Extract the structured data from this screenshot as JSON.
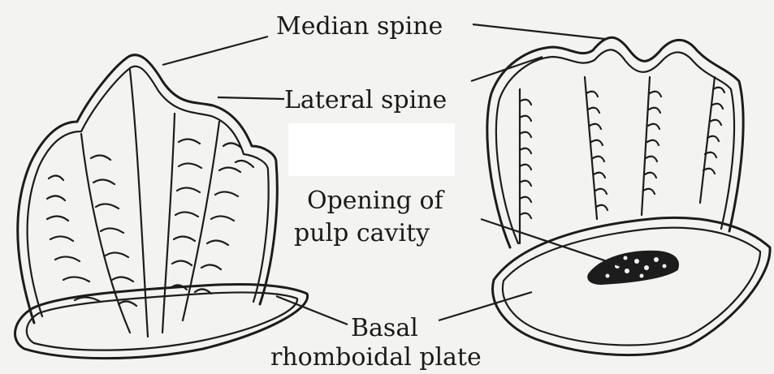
{
  "labels": {
    "median_spine": "Median spine",
    "lateral_spine": "Lateral spine",
    "opening_line1": "Opening of",
    "opening_line2": "pulp cavity",
    "basal_line1": "Basal",
    "basal_line2": "rhomboidal plate"
  },
  "colors": {
    "ink": "#1c1c1c",
    "paper": "#f3f3f1",
    "blank_patch": "#ffffff"
  }
}
